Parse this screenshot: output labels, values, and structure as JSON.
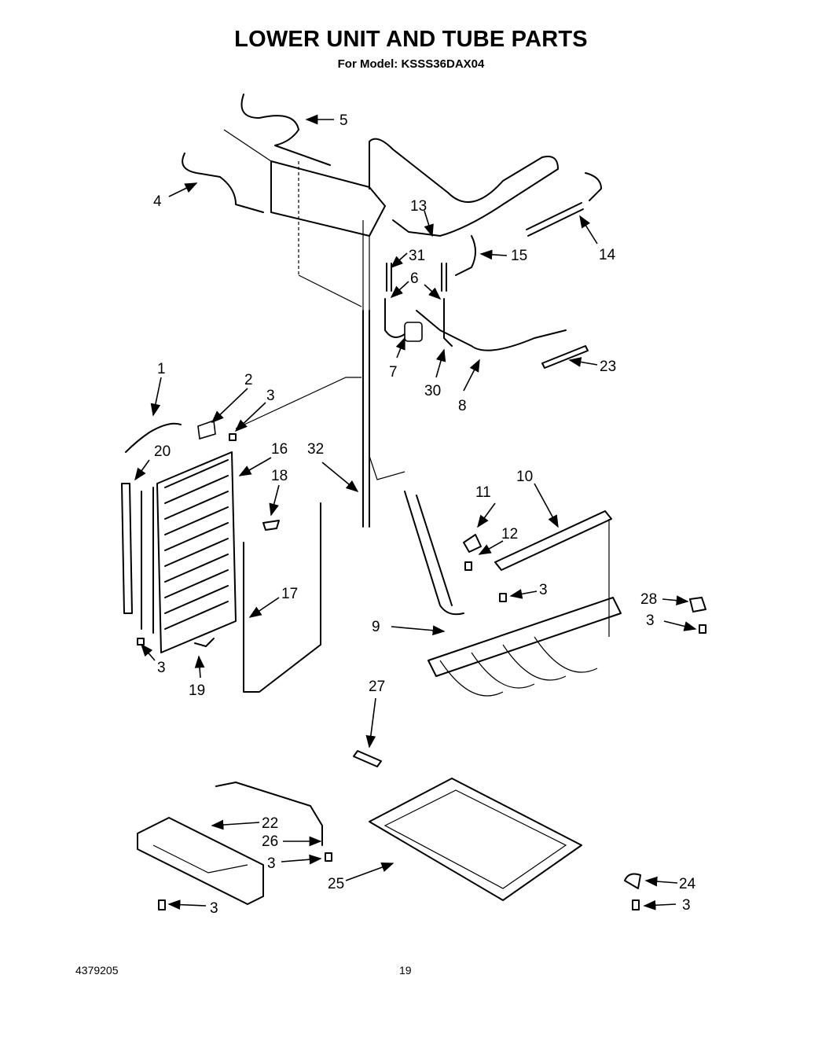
{
  "header": {
    "title": "LOWER UNIT AND TUBE PARTS",
    "model_line": "For Model: KSSS36DAX04"
  },
  "footer": {
    "doc_number": "4379205",
    "page_number": "19"
  },
  "callouts": {
    "c1": "1",
    "c2": "2",
    "c3a": "3",
    "c3b": "3",
    "c3c": "3",
    "c3d": "3",
    "c3e": "3",
    "c3f": "3",
    "c3g": "3",
    "c4": "4",
    "c5": "5",
    "c6": "6",
    "c7": "7",
    "c8": "8",
    "c9": "9",
    "c10": "10",
    "c11": "11",
    "c12": "12",
    "c13": "13",
    "c14": "14",
    "c15": "15",
    "c16": "16",
    "c17": "17",
    "c18": "18",
    "c19": "19",
    "c20": "20",
    "c22": "22",
    "c23": "23",
    "c24": "24",
    "c25": "25",
    "c26": "26",
    "c27": "27",
    "c28": "28",
    "c30": "30",
    "c31": "31",
    "c32": "32"
  }
}
